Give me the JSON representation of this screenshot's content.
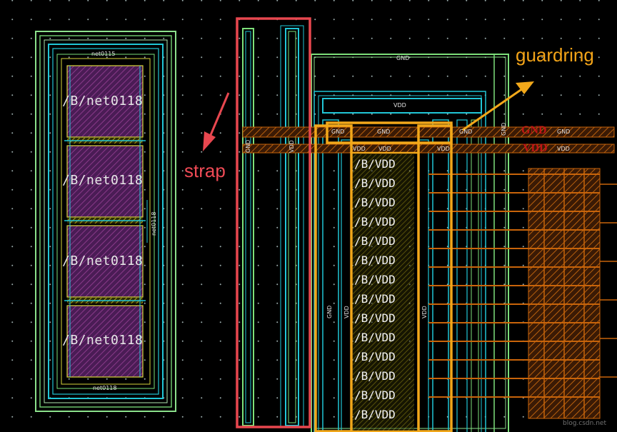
{
  "layout_view": {
    "block_label": "/B/net0118",
    "block_small_label": "net0115",
    "block_small_label_bottom": "net0118",
    "block_side_label": "net0118",
    "finger_label": "/B/VDD",
    "net_gnd": "GND",
    "net_vdd": "VDD",
    "pin_gnd_red": "GND",
    "pin_vdd_red": "VDD"
  },
  "annotations": {
    "strap": "strap",
    "guardring": "guardring"
  },
  "watermark": "blog.csdn.net",
  "colors": {
    "strap_box": "#e8474f",
    "guardring_box": "#f2a81a",
    "metal_cyan": "#21c6d6",
    "metal_green": "#7de07a",
    "poly_purple": "#6c2a6e",
    "diff_yellow": "#d8d63a",
    "orange_metal": "#c8640a"
  },
  "icons": [
    "arrow-red-icon",
    "arrow-orange-icon"
  ]
}
